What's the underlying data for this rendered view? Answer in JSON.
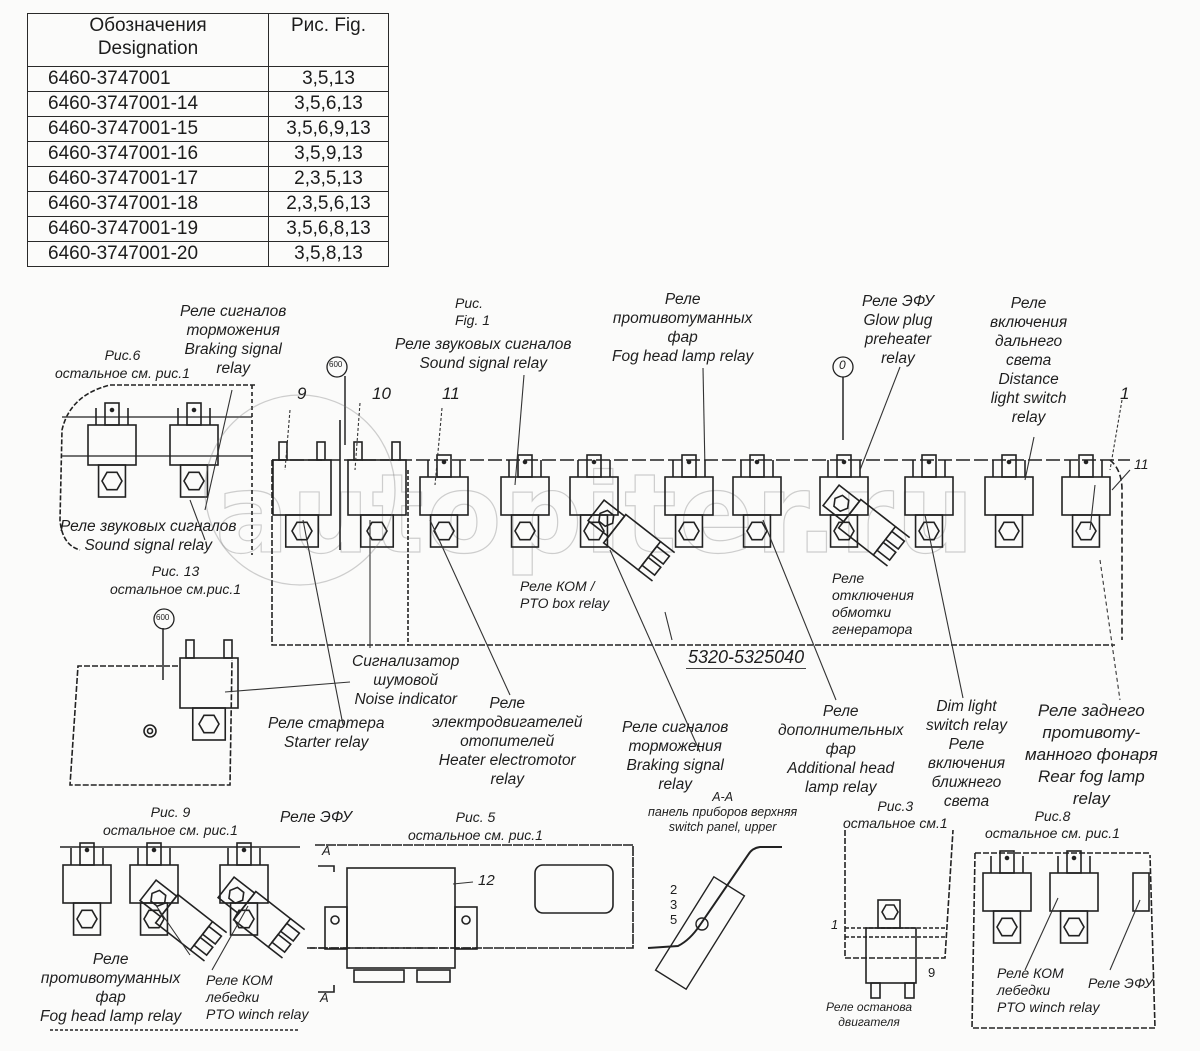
{
  "designation_table": {
    "headers": {
      "designation": "Обозначения Designation",
      "designation_ru": "Обозначения",
      "designation_en": "Designation",
      "fig": "Рис. Fig."
    },
    "rows": [
      {
        "designation": "6460-3747001",
        "figs": "3,5,13"
      },
      {
        "designation": "6460-3747001-14",
        "figs": "3,5,6,13"
      },
      {
        "designation": "6460-3747001-15",
        "figs": "3,5,6,9,13"
      },
      {
        "designation": "6460-3747001-16",
        "figs": "3,5,9,13"
      },
      {
        "designation": "6460-3747001-17",
        "figs": "2,3,5,13"
      },
      {
        "designation": "6460-3747001-18",
        "figs": "2,3,5,6,13"
      },
      {
        "designation": "6460-3747001-19",
        "figs": "3,5,6,8,13"
      },
      {
        "designation": "6460-3747001-20",
        "figs": "3,5,8,13"
      }
    ]
  },
  "figure_captions": {
    "fig6": [
      "Рис.6",
      "остальное см. рис.1"
    ],
    "fig1": [
      "Рис.",
      "Fig.",
      "1"
    ],
    "fig13": [
      "Рис. 13",
      "остальное см.рис.1"
    ],
    "fig9": [
      "Рис. 9",
      "остальное см. рис.1"
    ],
    "fig5": [
      "Рис. 5",
      "остальное см. рис.1"
    ],
    "fig3": [
      "Рис.3",
      "остальное см.1"
    ],
    "fig8": [
      "Рис.8",
      "остальное см. рис.1"
    ],
    "section_aa": [
      "А-А",
      "панель приборов верхняя",
      "switch panel, upper"
    ]
  },
  "callouts": {
    "braking_top": [
      "Реле сигналов",
      "торможения",
      "Braking signal",
      "relay"
    ],
    "sound_top": [
      "Реле звуковых сигналов",
      "Sound signal relay"
    ],
    "fog_top": [
      "Реле",
      "противотуманных",
      "фар",
      "Fog head lamp relay"
    ],
    "glow_top": [
      "Реле ЭФУ",
      "Glow plug",
      "preheater",
      "relay"
    ],
    "distance_top": [
      "Реле",
      "включения",
      "дальнего",
      "света",
      "Distance",
      "light switch",
      "relay"
    ],
    "sound_fig6": [
      "Реле звуковых сигналов",
      "Sound signal relay"
    ],
    "pto_box": [
      "Реле КОМ /",
      "PTO box relay"
    ],
    "generator": [
      "Реле",
      "отключения",
      "обмотки",
      "генератора"
    ],
    "noise": [
      "Сигнализатор",
      "шумовой",
      "Noise indicator"
    ],
    "starter": [
      "Реле стартера",
      "Starter relay"
    ],
    "heater": [
      "Реле",
      "электродвигателей",
      "отопителей",
      "Heater electromotor",
      "relay"
    ],
    "braking_bottom": [
      "Реле сигналов",
      "торможения",
      "Braking signal",
      "relay"
    ],
    "additional": [
      "Реле",
      "дополнительных",
      "фар",
      "Additional head",
      "lamp relay"
    ],
    "dim": [
      "Dim light",
      "switch relay",
      "Реле",
      "включения",
      "ближнего",
      "света"
    ],
    "rear_fog": [
      "Реле заднего",
      "противоту-",
      "манного фонаря",
      "Rear fog lamp",
      "relay"
    ],
    "efu_fig9": "Реле ЭФУ",
    "fog_fig9": [
      "Реле",
      "противотуманных",
      "фар",
      "Fog head lamp relay"
    ],
    "winch_fig9": [
      "Реле КОМ",
      "лебедки",
      "PTO winch relay"
    ],
    "engine_stop": [
      "Реле останова",
      "двигателя"
    ],
    "winch_fig8": [
      "Реле КОМ",
      "лебедки",
      "PTO winch relay"
    ],
    "efu_fig8": "Реле ЭФУ"
  },
  "part_number": "5320-5325040",
  "position_numbers": {
    "p9": "9",
    "p10": "10",
    "p11a": "11",
    "p1": "1",
    "p11b": "11",
    "p12": "12",
    "p2": "2",
    "p3": "3",
    "p5": "5",
    "p1b": "1",
    "p9b": "9",
    "a_top": "A",
    "a_bottom": "A"
  },
  "bubbles": {
    "b600a": "600",
    "b0": "0",
    "b600b": "600"
  },
  "watermark": "autopiter.ru"
}
